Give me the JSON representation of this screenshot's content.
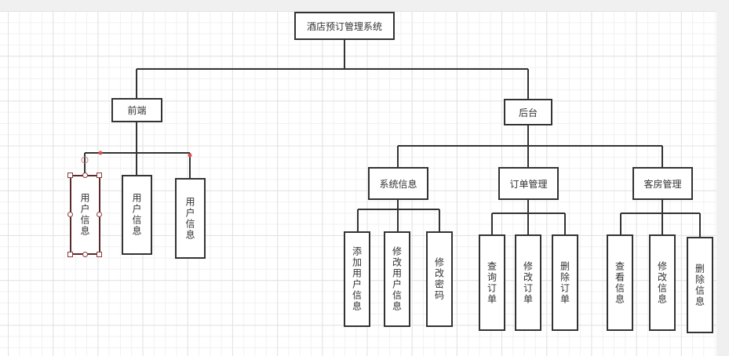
{
  "diagram": {
    "title": "酒店预订管理系统",
    "front": {
      "label": "前端",
      "children": [
        "用户信息",
        "用户信息",
        "用户信息"
      ]
    },
    "back": {
      "label": "后台",
      "groups": [
        {
          "label": "系统信息",
          "children": [
            "添加用户信息",
            "修改用户信息",
            "修改密码"
          ]
        },
        {
          "label": "订单管理",
          "children": [
            "查询订单",
            "修改订单",
            "删除订单"
          ]
        },
        {
          "label": "客房管理",
          "children": [
            "查看信息",
            "修改信息",
            "删除信息"
          ]
        }
      ]
    },
    "colors": {
      "line": "#333333",
      "selection": "#8b3a3a",
      "connector_point": "#e05050"
    }
  }
}
